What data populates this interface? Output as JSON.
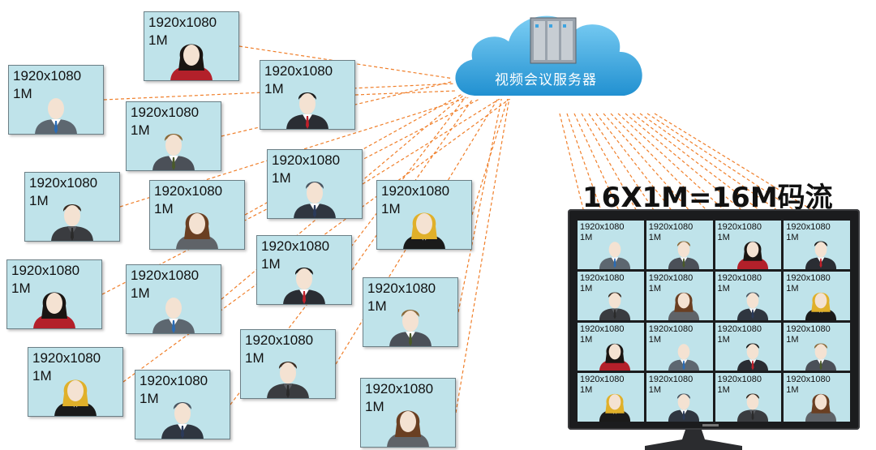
{
  "server": {
    "label": "视频会议服务器"
  },
  "headline": "16X1M=16M码流",
  "participants": [
    {
      "res": "1920x1080",
      "bw": "1M",
      "avatar": "woman-red"
    },
    {
      "res": "1920x1080",
      "bw": "1M",
      "avatar": "man-blue"
    },
    {
      "res": "1920x1080",
      "bw": "1M",
      "avatar": "man-red-tie"
    },
    {
      "res": "1920x1080",
      "bw": "1M",
      "avatar": "man-blonde"
    },
    {
      "res": "1920x1080",
      "bw": "1M",
      "avatar": "man-grey"
    },
    {
      "res": "1920x1080",
      "bw": "1M",
      "avatar": "man-goggles"
    },
    {
      "res": "1920x1080",
      "bw": "1M",
      "avatar": "woman-brown"
    },
    {
      "res": "1920x1080",
      "bw": "1M",
      "avatar": "woman-blonde"
    },
    {
      "res": "1920x1080",
      "bw": "1M",
      "avatar": "man-red-tie"
    },
    {
      "res": "1920x1080",
      "bw": "1M",
      "avatar": "woman-red"
    },
    {
      "res": "1920x1080",
      "bw": "1M",
      "avatar": "man-blue"
    },
    {
      "res": "1920x1080",
      "bw": "1M",
      "avatar": "man-blonde"
    },
    {
      "res": "1920x1080",
      "bw": "1M",
      "avatar": "woman-blonde"
    },
    {
      "res": "1920x1080",
      "bw": "1M",
      "avatar": "man-goggles"
    },
    {
      "res": "1920x1080",
      "bw": "1M",
      "avatar": "man-grey"
    },
    {
      "res": "1920x1080",
      "bw": "1M",
      "avatar": "woman-brown"
    }
  ],
  "screen_tiles": [
    {
      "res": "1920x1080",
      "bw": "1M",
      "avatar": "man-blue"
    },
    {
      "res": "1920x1080",
      "bw": "1M",
      "avatar": "man-blonde"
    },
    {
      "res": "1920x1080",
      "bw": "1M",
      "avatar": "woman-red"
    },
    {
      "res": "1920x1080",
      "bw": "1M",
      "avatar": "man-red-tie"
    },
    {
      "res": "1920x1080",
      "bw": "1M",
      "avatar": "man-grey"
    },
    {
      "res": "1920x1080",
      "bw": "1M",
      "avatar": "woman-brown"
    },
    {
      "res": "1920x1080",
      "bw": "1M",
      "avatar": "man-goggles"
    },
    {
      "res": "1920x1080",
      "bw": "1M",
      "avatar": "woman-blonde"
    },
    {
      "res": "1920x1080",
      "bw": "1M",
      "avatar": "woman-red"
    },
    {
      "res": "1920x1080",
      "bw": "1M",
      "avatar": "man-blue"
    },
    {
      "res": "1920x1080",
      "bw": "1M",
      "avatar": "man-red-tie"
    },
    {
      "res": "1920x1080",
      "bw": "1M",
      "avatar": "man-blonde"
    },
    {
      "res": "1920x1080",
      "bw": "1M",
      "avatar": "woman-blonde"
    },
    {
      "res": "1920x1080",
      "bw": "1M",
      "avatar": "man-goggles"
    },
    {
      "res": "1920x1080",
      "bw": "1M",
      "avatar": "man-grey"
    },
    {
      "res": "1920x1080",
      "bw": "1M",
      "avatar": "woman-brown"
    }
  ],
  "colors": {
    "line": "#f07f2a",
    "cloud": "#36a9e1",
    "card": "#bfe3ea"
  }
}
